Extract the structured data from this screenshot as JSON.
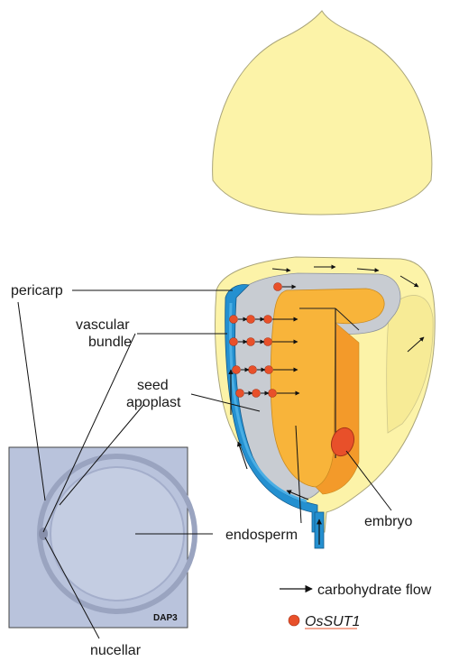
{
  "labels": {
    "pericarp": "pericarp",
    "vascular_line1": "vascular",
    "vascular_line2": "bundle",
    "seed_line1": "seed",
    "seed_line2": "apoplast",
    "endosperm": "endosperm",
    "embryo": "embryo",
    "nucellar": "nucellar",
    "micrograph_tag": "DAP3"
  },
  "legend": {
    "flow_label": "carbohydrate flow",
    "transporter_label": "OsSUT1"
  },
  "colors": {
    "pericarp": "#fcf3a8",
    "seed_coat": "#c8ccd2",
    "endosperm": "#f8b43a",
    "vascular": "#2490d0",
    "transporter": "#e8502a",
    "micrograph": "#b9c3dc"
  }
}
